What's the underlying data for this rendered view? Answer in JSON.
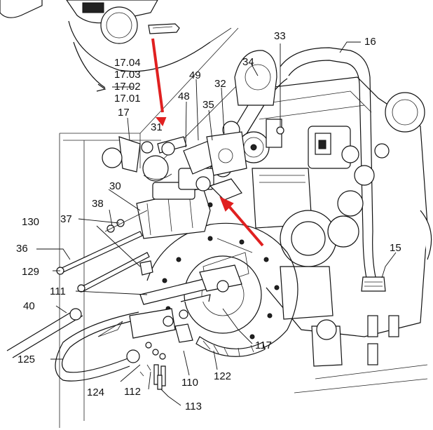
{
  "labels": {
    "l16": "16",
    "l33": "33",
    "l34": "34",
    "l17_04": "17.04",
    "l17_03": "17.03",
    "l17_02": "17.02",
    "l17_01": "17.01",
    "l49": "49",
    "l32": "32",
    "l48": "48",
    "l35": "35",
    "l17": "17",
    "l31": "31",
    "l30": "30",
    "l38": "38",
    "l37": "37",
    "l130": "130",
    "l36": "36",
    "l129": "129",
    "l15": "15",
    "l111": "111",
    "l40": "40",
    "l117": "117",
    "l125": "125",
    "l124": "124",
    "l112": "112",
    "l110": "110",
    "l122": "122",
    "l113": "113"
  },
  "colors": {
    "line": "#111111",
    "arrow": "#e02020",
    "background": "#ffffff"
  }
}
